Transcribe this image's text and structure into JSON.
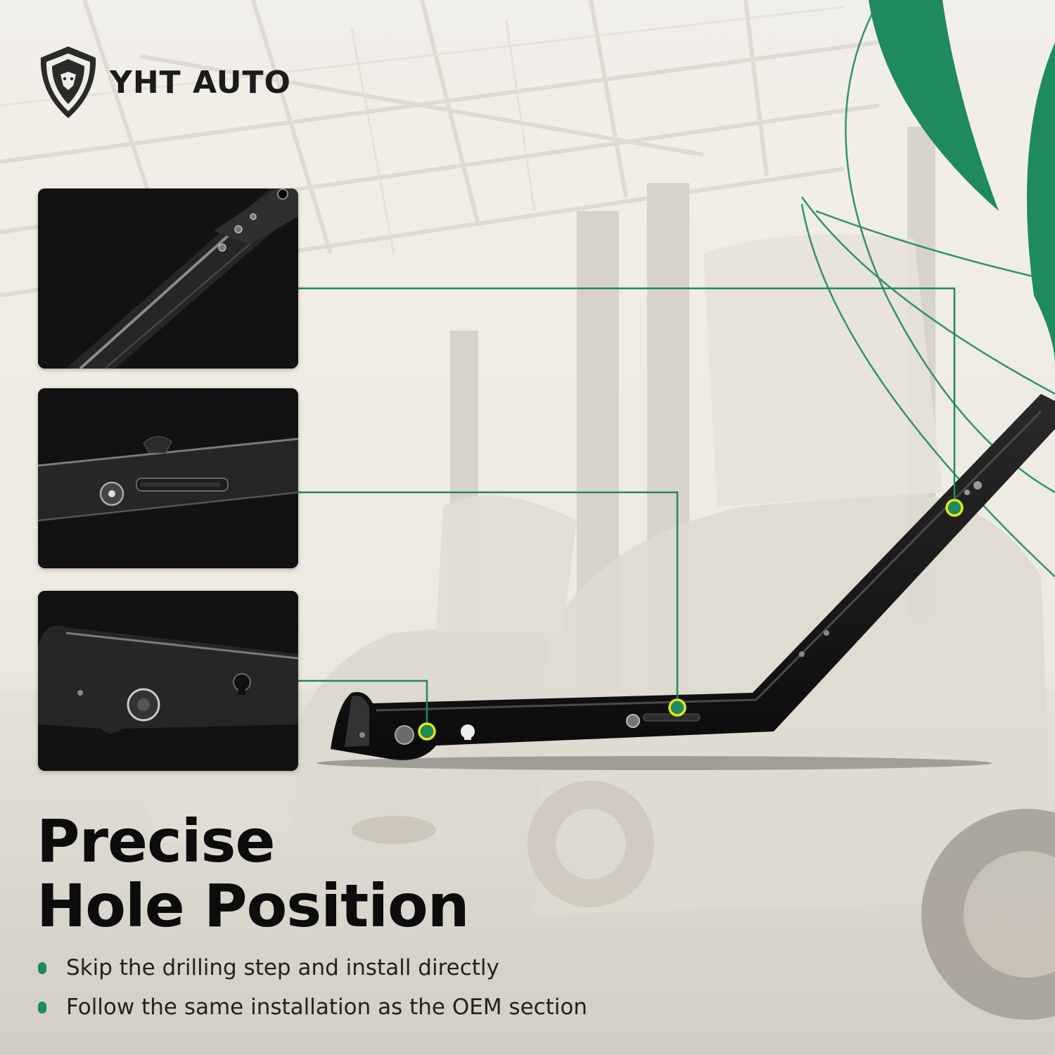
{
  "brand": {
    "name": "YHT AUTO",
    "logo_icon": "lion-head-shield-icon"
  },
  "headline": {
    "line1": "Precise",
    "line2": "Hole Position"
  },
  "bullets": [
    {
      "icon": "green-dot-icon",
      "text": "Skip the drilling step and install directly"
    },
    {
      "icon": "green-dot-icon",
      "text": "Follow the same installation as the OEM section"
    }
  ],
  "detail_panels": [
    {
      "subject": "closeup-upper-bolt-holes"
    },
    {
      "subject": "closeup-middle-slot"
    },
    {
      "subject": "closeup-lower-keyhole"
    }
  ],
  "colors": {
    "accent_green": "#1e8a5e",
    "marker_yellow": "#e3e71a",
    "text_dark": "#0c0c0c"
  }
}
